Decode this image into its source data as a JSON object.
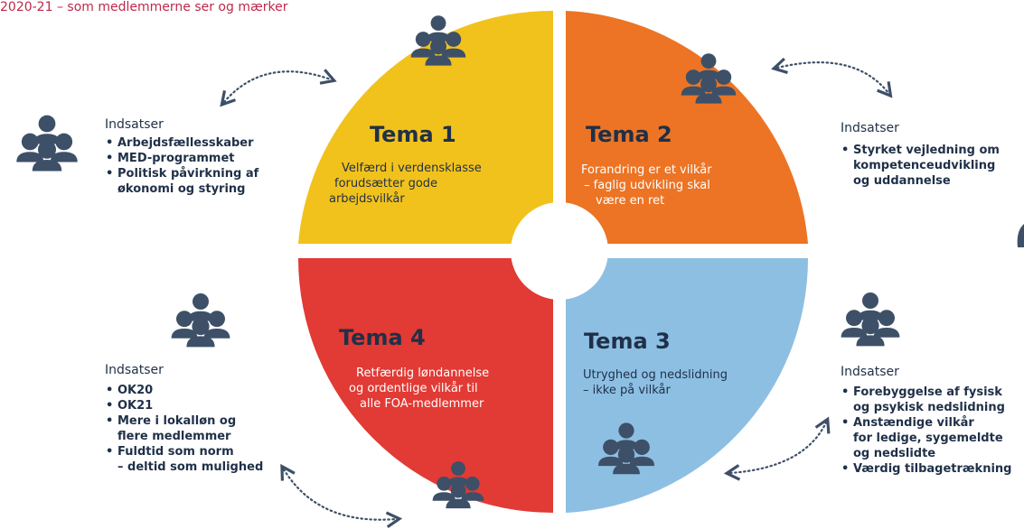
{
  "header": {
    "text": "2020-21 – som medlemmerne ser og mærker"
  },
  "colors": {
    "tema1": "#f2c21c",
    "tema2": "#ec7424",
    "tema3": "#8dbfe3",
    "tema4": "#e23a34",
    "icon": "#3d5068",
    "text": "#1f3048"
  },
  "icons": {
    "people_group": "people-group-icon",
    "arrow": "dotted-curved-arrow-icon"
  },
  "quadrants": {
    "tema1": {
      "title": "Tema 1",
      "lines": [
        "Velfærd i verdensklasse",
        "forudsætter gode",
        "arbejdsvilkår"
      ]
    },
    "tema2": {
      "title": "Tema 2",
      "lines": [
        "Forandring er et vilkår",
        "– faglig udvikling skal",
        "være en ret"
      ]
    },
    "tema3": {
      "title": "Tema 3",
      "lines": [
        "Utryghed og nedslidning",
        "– ikke på vilkår"
      ]
    },
    "tema4": {
      "title": "Tema 4",
      "lines": [
        "Retfærdig løndannelse",
        "og ordentlige vilkår til",
        "alle FOA-medlemmer"
      ]
    }
  },
  "side_panels": {
    "top_left": {
      "title": "Indsatser",
      "items": [
        {
          "lines": [
            "Arbejdsfællesskaber"
          ]
        },
        {
          "lines": [
            "MED-programmet"
          ]
        },
        {
          "lines": [
            "Politisk påvirkning af",
            "økonomi og styring"
          ]
        }
      ]
    },
    "top_right": {
      "title": "Indsatser",
      "items": [
        {
          "lines": [
            "Styrket vejledning om",
            "kompetenceudvikling",
            "og uddannelse"
          ]
        }
      ]
    },
    "bottom_left": {
      "title": "Indsatser",
      "items": [
        {
          "lines": [
            "OK20"
          ]
        },
        {
          "lines": [
            "OK21"
          ]
        },
        {
          "lines": [
            "Mere i lokalløn og",
            "flere medlemmer"
          ]
        },
        {
          "lines": [
            "Fuldtid som norm",
            "– deltid som mulighed"
          ]
        }
      ]
    },
    "bottom_right": {
      "title": "Indsatser",
      "items": [
        {
          "lines": [
            "Forebyggelse af fysisk",
            "og psykisk nedslidning"
          ]
        },
        {
          "lines": [
            "Anstændige vilkår",
            "for ledige, sygemeldte",
            "og nedslidte"
          ]
        },
        {
          "lines": [
            "Værdig tilbagetrækning"
          ]
        }
      ]
    }
  }
}
